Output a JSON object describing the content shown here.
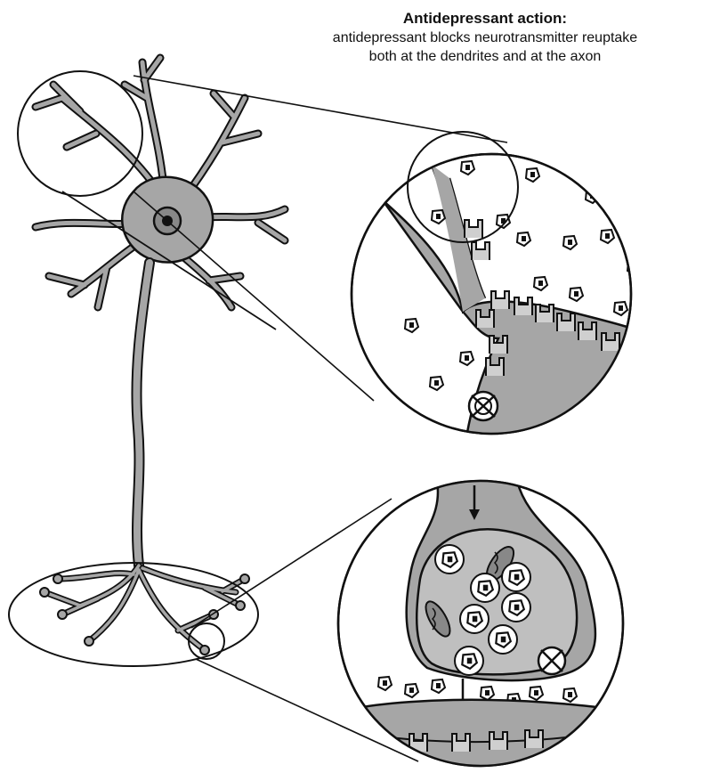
{
  "title": "Antidepressant action:",
  "caption_lines": [
    "antidepressant blocks neurotransmitter reuptake",
    "both at the dendrites and at the axon"
  ],
  "colors": {
    "membrane_fill": "#a6a6a6",
    "terminal_inner": "#bfbfbf",
    "outline": "#111111",
    "background": "#ffffff"
  },
  "icons": [
    "neurotransmitter-molecule",
    "receptor",
    "blocked-transporter",
    "mitochondrion",
    "vesicle",
    "arrow"
  ]
}
